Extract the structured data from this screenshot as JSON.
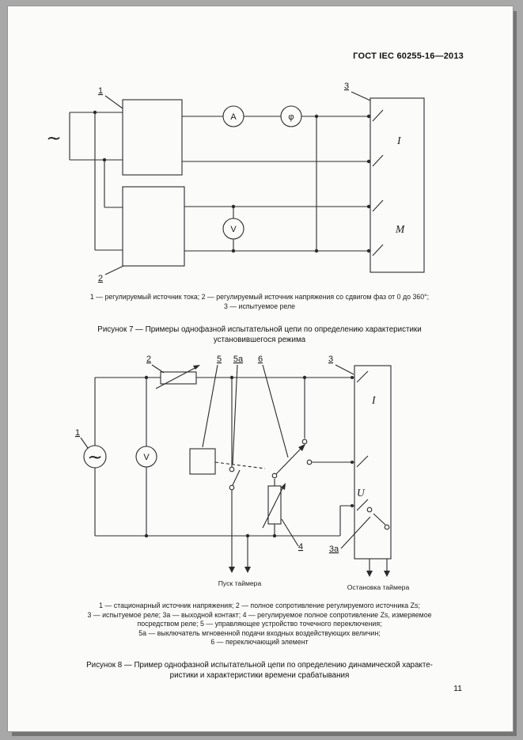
{
  "colors": {
    "page_bg": "#fbfbf9",
    "ink": "#1a1a1a",
    "surround": "#a8a8a8"
  },
  "header": {
    "title": "ГОСТ IEC 60255-16—2013"
  },
  "footer": {
    "page_number": "11"
  },
  "figure7": {
    "source_symbol": "∼",
    "refs": {
      "source_current": "1",
      "source_voltage": "2",
      "relay": "3"
    },
    "meters": {
      "ammeter": "A",
      "phase_meter": "φ",
      "voltmeter": "V"
    },
    "relay_labels": {
      "current_input": "I",
      "measuring_input": "M"
    },
    "caption_lines": [
      "1 — регулируемый источник тока; 2 — регулируемый источник напряжения со сдвигом фаз от 0 до 360°;",
      "3 — испытуемое реле"
    ],
    "title_lines": [
      "Рисунок 7 — Примеры однофазной испытательной цепи по определению характеристики",
      "установившегося режима"
    ]
  },
  "figure8": {
    "source_symbol": "∼",
    "refs": {
      "source": "1",
      "source_impedance": "2",
      "relay": "3",
      "output_contact": "3а",
      "measured_impedance": "4",
      "control_device": "5",
      "instant_switch": "5а",
      "switching_element": "6"
    },
    "meters": {
      "voltmeter": "V"
    },
    "relay_labels": {
      "current_input": "I",
      "voltage_input": "U"
    },
    "timer_start": "Пуск таймера",
    "timer_stop": "Остановка таймера",
    "caption_lines": [
      "1 — стационарный источник напряжения; 2 — полное сопротивление регулируемого источника Zs;",
      "3 — испытуемое реле; 3а — выходной контакт; 4 — регулируемое полное сопротивление Zs, измеряемое",
      "посредством реле; 5 — управляющее устройство точечного переключения;",
      "5а — выключатель мгновенной подачи входных воздействующих величин;",
      "6 — переключающий элемент"
    ],
    "title_lines": [
      "Рисунок 8 — Пример однофазной испытательной цепи по определению динамической характе-",
      "ристики и характеристики времени срабатывания"
    ]
  }
}
